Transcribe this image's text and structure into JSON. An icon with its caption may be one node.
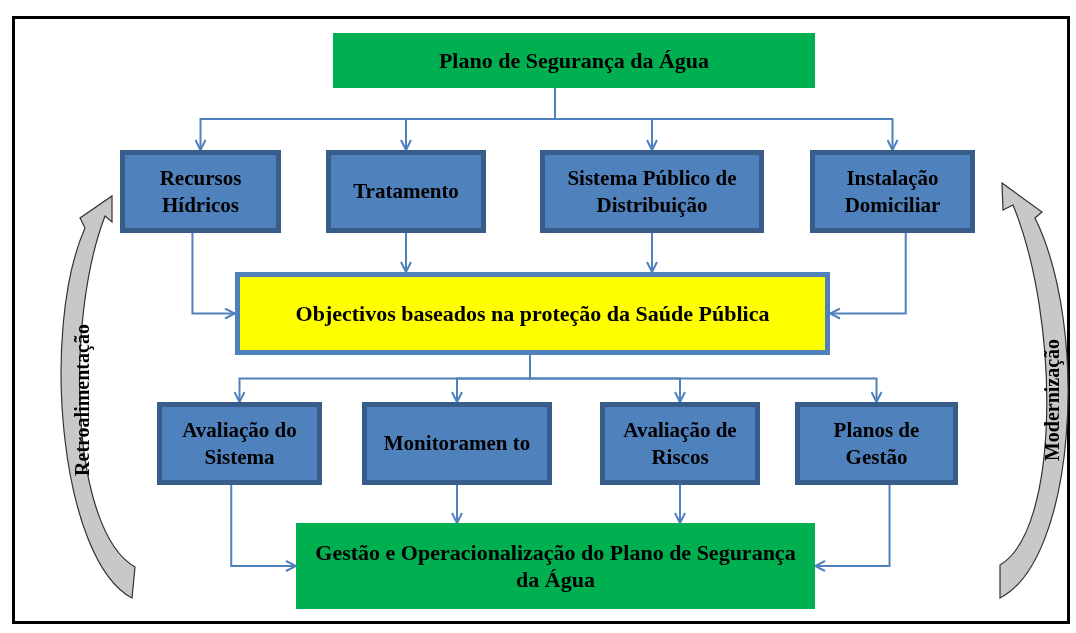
{
  "diagram": {
    "nodes": [
      {
        "text": [
          "Plano de Segurança da Água"
        ]
      },
      {
        "text": [
          "Recursos Hídricos"
        ]
      },
      {
        "text": [
          "Tratamento"
        ]
      },
      {
        "text": [
          "Sistema Público de Distribuição"
        ]
      },
      {
        "text": [
          "Instalação Domiciliar"
        ]
      },
      {
        "text": [
          "Objectivos baseados na proteção da Saúde Pública"
        ]
      },
      {
        "text": [
          "Avaliação do Sistema"
        ]
      },
      {
        "text": [
          "Monitoramen to"
        ]
      },
      {
        "text": [
          "Avaliação de Riscos"
        ]
      },
      {
        "text": [
          "Planos de Gestão"
        ]
      },
      {
        "text": [
          "Gestão e Operacionalização do Plano de Segurança da Água"
        ]
      }
    ],
    "edges": [
      {
        "from": 0,
        "to": 1,
        "arrow": "to"
      },
      {
        "from": 0,
        "to": 2,
        "arrow": "to"
      },
      {
        "from": 0,
        "to": 3,
        "arrow": "to"
      },
      {
        "from": 0,
        "to": 4,
        "arrow": "to"
      },
      {
        "from": 1,
        "to": 5,
        "arrow": "to"
      },
      {
        "from": 2,
        "to": 5,
        "arrow": "to"
      },
      {
        "from": 3,
        "to": 5,
        "arrow": "to"
      },
      {
        "from": 4,
        "to": 5,
        "arrow": "to"
      },
      {
        "from": 5,
        "to": 6,
        "arrow": "to"
      },
      {
        "from": 5,
        "to": 7,
        "arrow": "to"
      },
      {
        "from": 5,
        "to": 8,
        "arrow": "to"
      },
      {
        "from": 5,
        "to": 9,
        "arrow": "to"
      },
      {
        "from": 6,
        "to": 10,
        "arrow": "to"
      },
      {
        "from": 7,
        "to": 10,
        "arrow": "to"
      },
      {
        "from": 8,
        "to": 10,
        "arrow": "to"
      },
      {
        "from": 9,
        "to": 10,
        "arrow": "to"
      }
    ],
    "labels": [
      "Retroalimentação",
      "Modernização"
    ]
  }
}
